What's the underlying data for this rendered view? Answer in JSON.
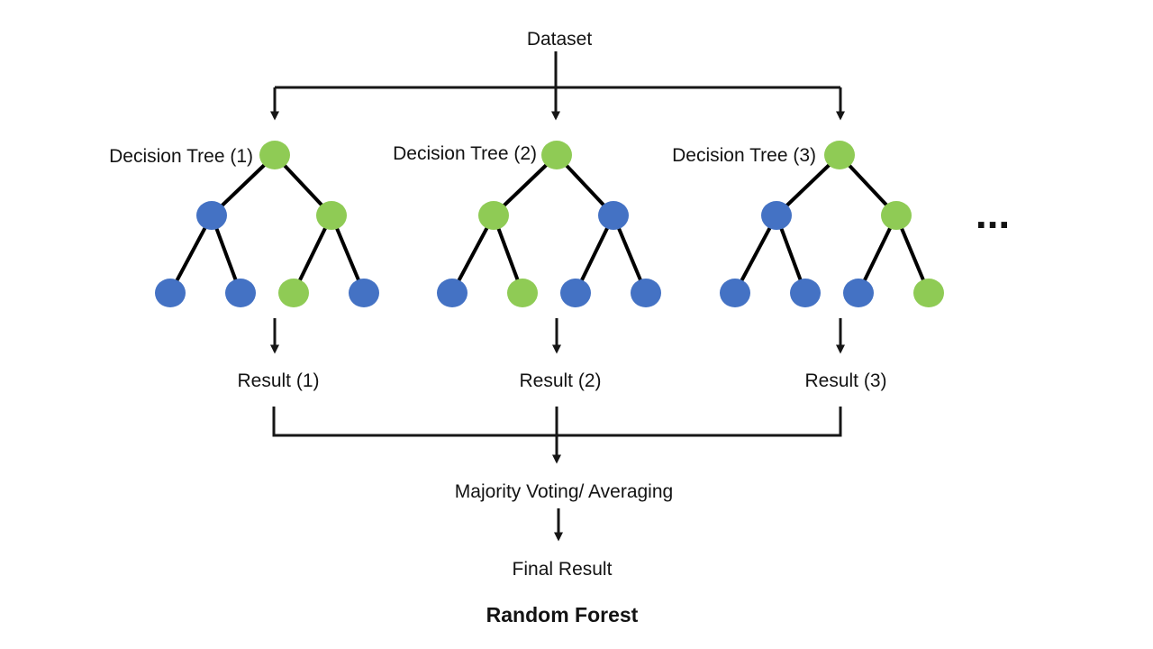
{
  "title": "Random Forest",
  "labels": {
    "dataset": "Dataset",
    "majority": "Majority Voting/ Averaging",
    "final_result": "Final Result",
    "ellipsis": "..."
  },
  "colors": {
    "node_green": "#8FCB55",
    "node_blue": "#4472C4",
    "line": "#161616",
    "text": "#131313",
    "background": "#FFFFFF"
  },
  "trees": [
    {
      "label": "Decision Tree (1)",
      "result": "Result (1)",
      "nodes": {
        "root": "green",
        "level2": [
          "blue",
          "green"
        ],
        "leaves": [
          "blue",
          "blue",
          "green",
          "blue"
        ]
      }
    },
    {
      "label": "Decision Tree (2)",
      "result": "Result (2)",
      "nodes": {
        "root": "green",
        "level2": [
          "green",
          "blue"
        ],
        "leaves": [
          "blue",
          "green",
          "blue",
          "blue"
        ]
      }
    },
    {
      "label": "Decision Tree (3)",
      "result": "Result (3)",
      "nodes": {
        "root": "green",
        "level2": [
          "blue",
          "green"
        ],
        "leaves": [
          "blue",
          "blue",
          "blue",
          "green"
        ]
      }
    }
  ]
}
